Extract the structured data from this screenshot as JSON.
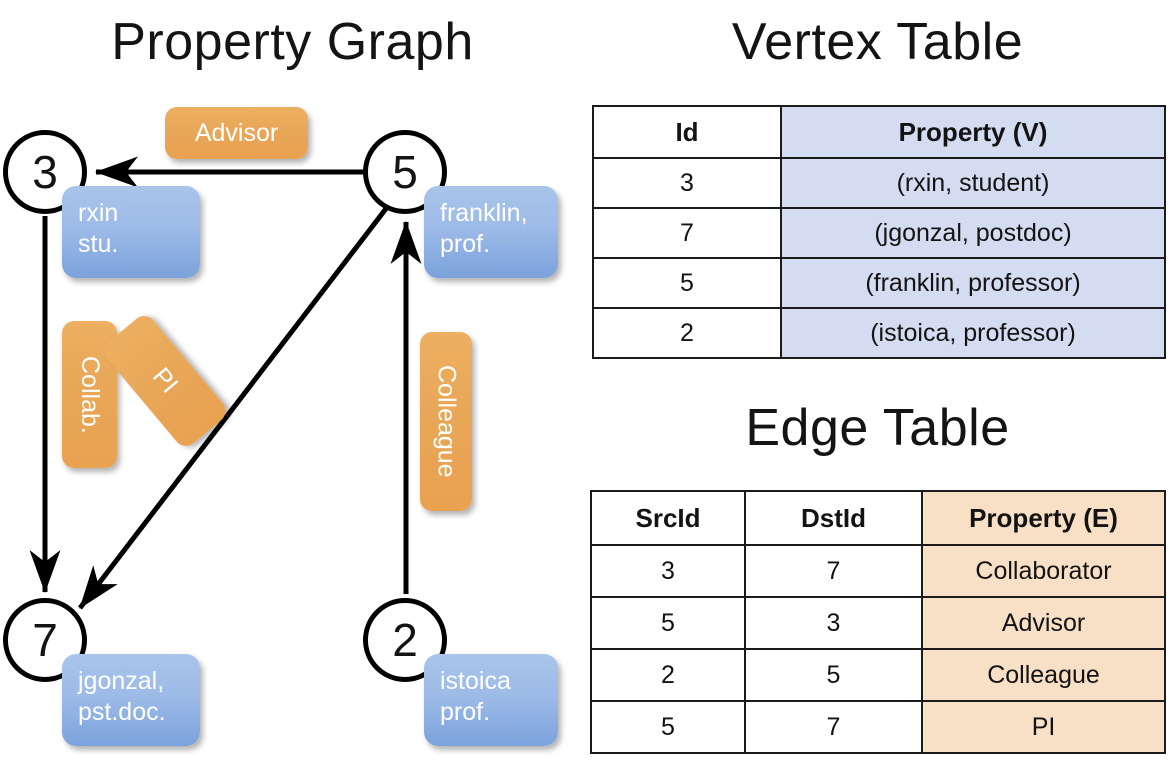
{
  "titles": {
    "property_graph": "Property Graph",
    "vertex_table": "Vertex Table",
    "edge_table": "Edge Table"
  },
  "graph": {
    "nodes": [
      {
        "id": "3",
        "label": "3",
        "property_line1": "rxin",
        "property_line2": "stu."
      },
      {
        "id": "5",
        "label": "5",
        "property_line1": "franklin,",
        "property_line2": "prof."
      },
      {
        "id": "7",
        "label": "7",
        "property_line1": "jgonzal,",
        "property_line2": "pst.doc."
      },
      {
        "id": "2",
        "label": "2",
        "property_line1": "istoica",
        "property_line2": "prof."
      }
    ],
    "edge_labels": {
      "advisor": "Advisor",
      "collab": "Collab.",
      "pi": "PI",
      "colleague": "Colleague"
    },
    "edges": [
      {
        "src": "5",
        "dst": "3",
        "label": "Advisor"
      },
      {
        "src": "3",
        "dst": "7",
        "label": "Collab."
      },
      {
        "src": "5",
        "dst": "7",
        "label": "PI"
      },
      {
        "src": "2",
        "dst": "5",
        "label": "Colleague"
      }
    ]
  },
  "vertex_table": {
    "headers": [
      "Id",
      "Property (V)"
    ],
    "rows": [
      {
        "id": "3",
        "property": "(rxin, student)"
      },
      {
        "id": "7",
        "property": "(jgonzal, postdoc)"
      },
      {
        "id": "5",
        "property": "(franklin, professor)"
      },
      {
        "id": "2",
        "property": "(istoica, professor)"
      }
    ]
  },
  "edge_table": {
    "headers": [
      "SrcId",
      "DstId",
      "Property (E)"
    ],
    "rows": [
      {
        "src": "3",
        "dst": "7",
        "property": "Collaborator"
      },
      {
        "src": "5",
        "dst": "3",
        "property": "Advisor"
      },
      {
        "src": "2",
        "dst": "5",
        "property": "Colleague"
      },
      {
        "src": "5",
        "dst": "7",
        "property": "PI"
      }
    ]
  },
  "colors": {
    "vertex_property_fill": "#d4dcf1",
    "edge_property_fill": "#f8e0c6",
    "vertex_bubble": "#9dbbe7",
    "edge_bubble": "#e8a657",
    "stroke": "#000000"
  }
}
